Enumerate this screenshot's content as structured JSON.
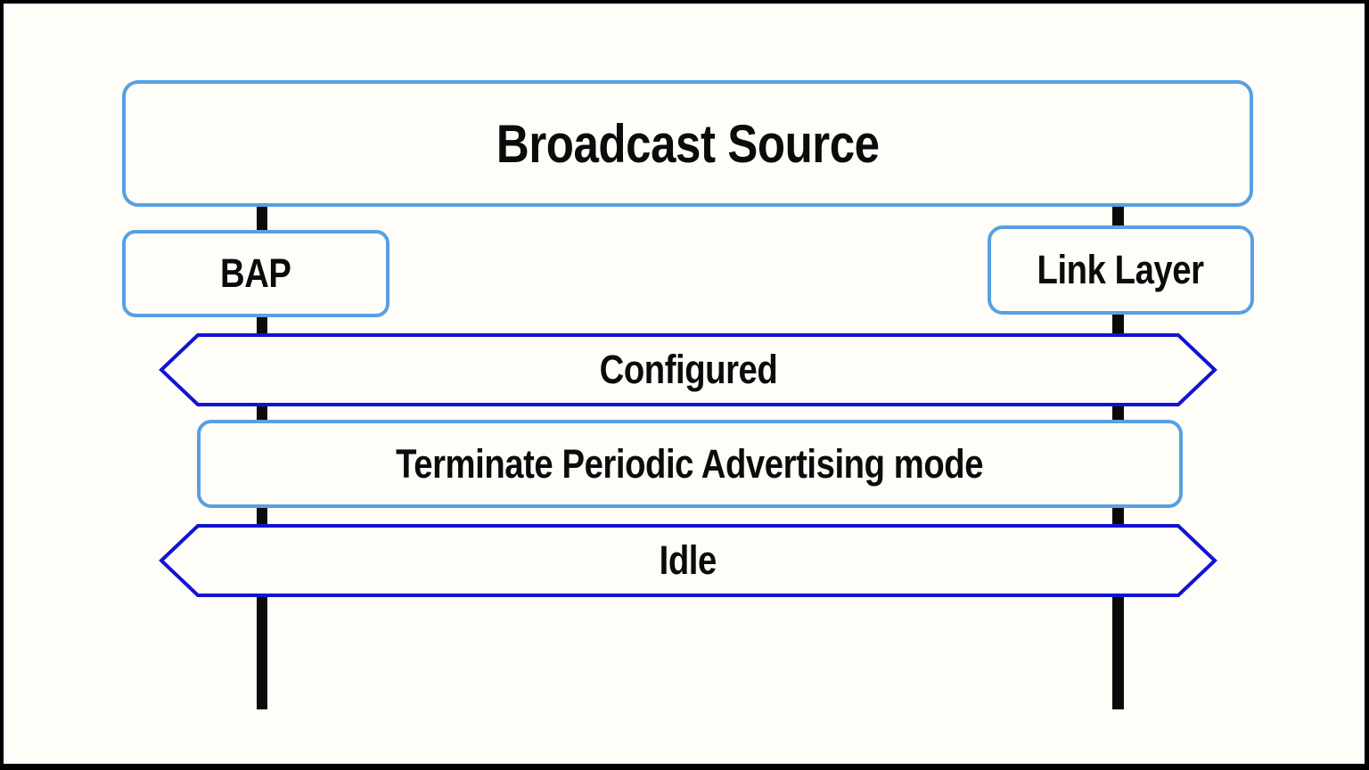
{
  "diagram": {
    "title": "Broadcast Source",
    "actors": [
      {
        "label": "BAP"
      },
      {
        "label": "Link Layer"
      }
    ],
    "events": [
      {
        "label": "Configured",
        "shape": "double-arrow-hexagon"
      },
      {
        "label": "Terminate Periodic Advertising mode",
        "shape": "rounded-rectangle"
      },
      {
        "label": "Idle",
        "shape": "double-arrow-hexagon"
      }
    ],
    "colors": {
      "background": "#FFFDF8",
      "frame": "#000000",
      "box_border": "#57A0E3",
      "hexagon_border": "#1313D2",
      "lifeline": "#0B0B0B",
      "text": "#0B0B0B"
    }
  }
}
